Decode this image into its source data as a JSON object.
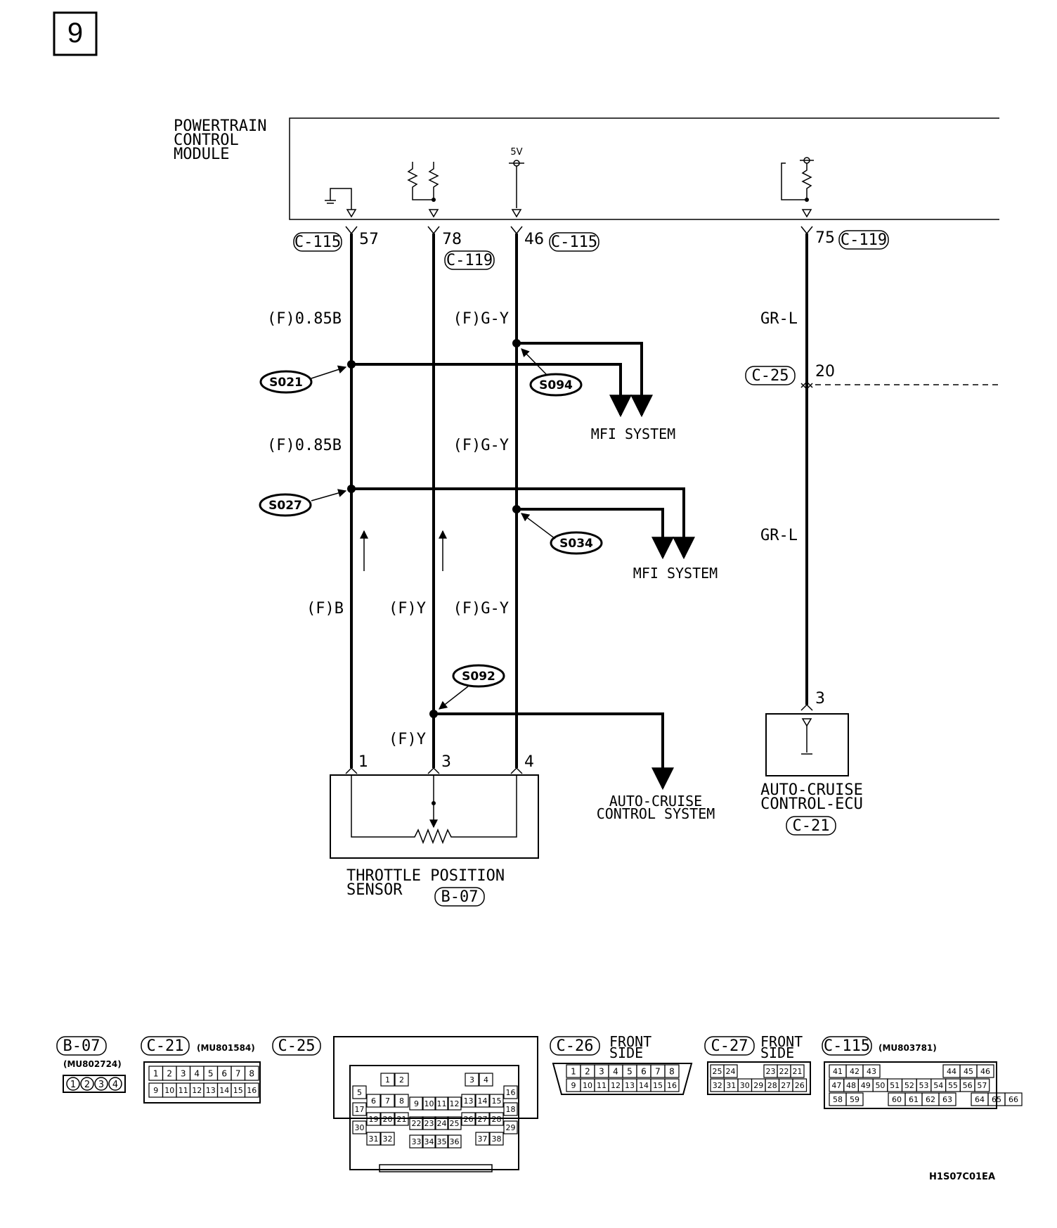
{
  "page_number": "9",
  "pcm": {
    "line1": "POWERTRAIN",
    "line2": "CONTROL",
    "line3": "MODULE"
  },
  "pcm_voltage": "5V",
  "connectors": {
    "c115_left": "C-115",
    "c119_78": "C-119",
    "c115_46": "C-115",
    "c119_75": "C-119",
    "c25": "C-25",
    "c21": "C-21",
    "b07": "B-07"
  },
  "pins": {
    "p57": "57",
    "p78": "78",
    "p46": "46",
    "p75": "75",
    "p20": "20",
    "p3_ecu": "3",
    "tps1": "1",
    "tps3": "3",
    "tps4": "4"
  },
  "wires": {
    "w1": "(F)0.85B",
    "w2": "(F)G-Y",
    "w3": "GR-L",
    "w4": "(F)0.85B",
    "w5": "(F)G-Y",
    "w6": "GR-L",
    "w7": "(F)B",
    "w8": "(F)Y",
    "w9": "(F)G-Y",
    "w10": "(F)Y"
  },
  "splices": {
    "s021": "S021",
    "s094": "S094",
    "s027": "S027",
    "s034": "S034",
    "s092": "S092"
  },
  "destinations": {
    "mfi1": "MFI SYSTEM",
    "mfi2": "MFI SYSTEM",
    "acs_line1": "AUTO-CRUISE",
    "acs_line2": "CONTROL SYSTEM"
  },
  "components": {
    "tps_line1": "THROTTLE POSITION",
    "tps_line2": "SENSOR",
    "ecu_line1": "AUTO-CRUISE",
    "ecu_line2": "CONTROL-ECU"
  },
  "connector_views": {
    "b07": {
      "label": "B-07",
      "part": "(MU802724)",
      "pins": [
        "1",
        "2",
        "3",
        "4"
      ]
    },
    "c21": {
      "label": "C-21",
      "part": "(MU801584)",
      "row1": [
        "1",
        "2",
        "3",
        "4",
        "5",
        "6",
        "7",
        "8"
      ],
      "row2": [
        "9",
        "10",
        "11",
        "12",
        "13",
        "14",
        "15",
        "16"
      ]
    },
    "c25": {
      "label": "C-25",
      "pins": [
        "1",
        "2",
        "3",
        "4",
        "5",
        "6",
        "7",
        "8",
        "9",
        "10",
        "11",
        "12",
        "13",
        "14",
        "15",
        "16",
        "17",
        "18",
        "19",
        "20",
        "21",
        "22",
        "23",
        "24",
        "25",
        "26",
        "27",
        "28",
        "29",
        "30",
        "31",
        "32",
        "33",
        "34",
        "35",
        "36",
        "37",
        "38"
      ]
    },
    "c26": {
      "label": "C-26",
      "side1": "FRONT",
      "side2": "SIDE",
      "row1": [
        "1",
        "2",
        "3",
        "4",
        "5",
        "6",
        "7",
        "8"
      ],
      "row2": [
        "9",
        "10",
        "11",
        "12",
        "13",
        "14",
        "15",
        "16"
      ]
    },
    "c27": {
      "label": "C-27",
      "side1": "FRONT",
      "side2": "SIDE",
      "row1": [
        "25",
        "24",
        "23",
        "22",
        "21"
      ],
      "row2": [
        "32",
        "31",
        "30",
        "29",
        "28",
        "27",
        "26"
      ]
    },
    "c115": {
      "label": "C-115",
      "part": "(MU803781)",
      "row1": [
        "41",
        "42",
        "43",
        "44",
        "45",
        "46"
      ],
      "row2": [
        "47",
        "48",
        "49",
        "50",
        "51",
        "52",
        "53",
        "54",
        "55",
        "56",
        "57"
      ],
      "row3": [
        "58",
        "59",
        "60",
        "61",
        "62",
        "63",
        "64",
        "65",
        "66"
      ]
    }
  },
  "figure_code": "H1S07C01EA"
}
